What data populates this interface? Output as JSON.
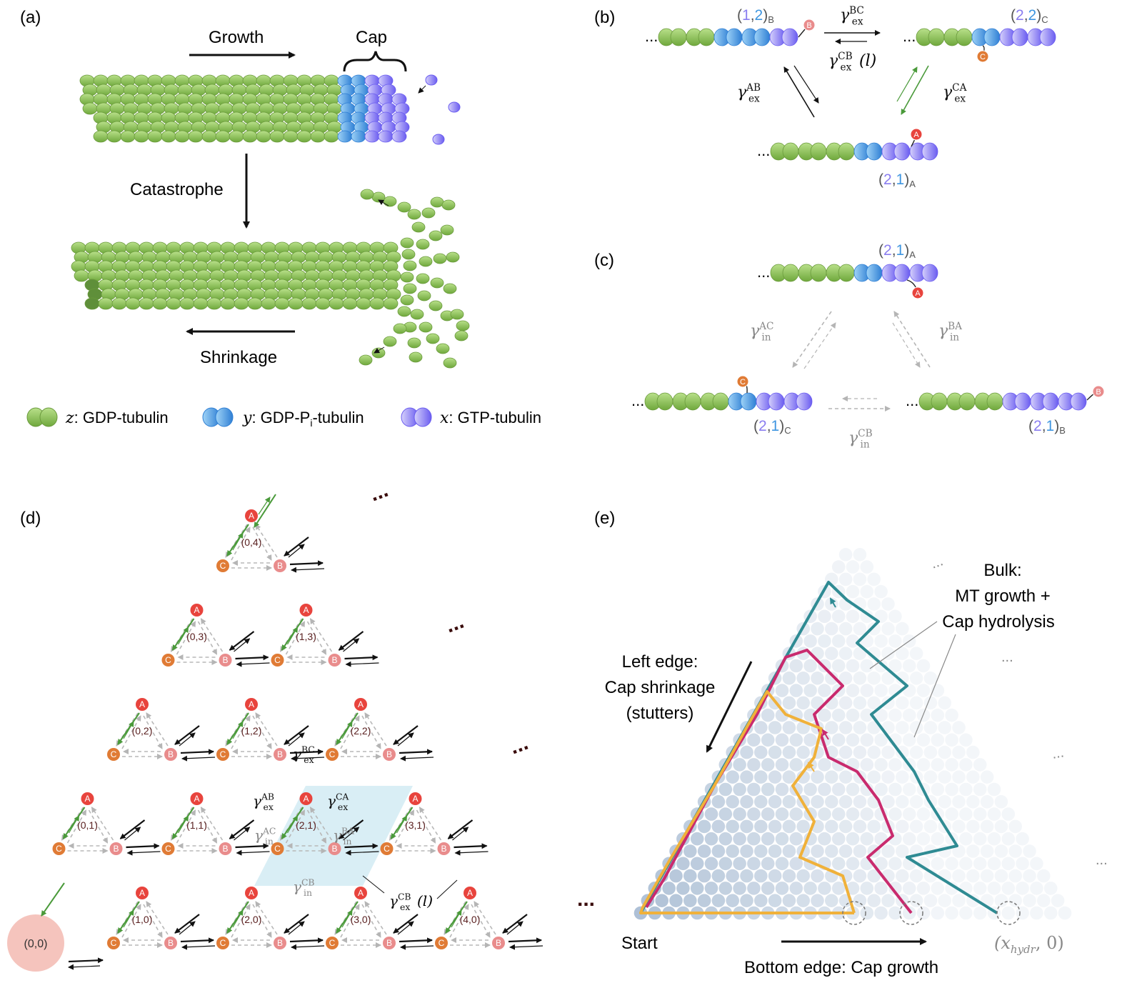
{
  "panels": {
    "a": "(a)",
    "b": "(b)",
    "c": "(c)",
    "d": "(d)",
    "e": "(e)"
  },
  "panel_a": {
    "growth": "Growth",
    "cap": "Cap",
    "catastrophe": "Catastrophe",
    "shrinkage": "Shrinkage"
  },
  "legend": {
    "z_sym": "z",
    "z_text": ": GDP-tubulin",
    "y_sym": "y",
    "y_text": ": GDP-P",
    "y_sub": "i",
    "y_text2": "-tubulin",
    "x_sym": "x",
    "x_text": ": GTP-tubulin"
  },
  "panel_b": {
    "state_B": [
      "(",
      "1",
      ",",
      "2",
      ")",
      "B"
    ],
    "state_C": [
      "(",
      "2",
      ",",
      "2",
      ")",
      "C"
    ],
    "state_A": [
      "(",
      "2",
      ",",
      "1",
      ")",
      "A"
    ],
    "rate_BC": "BC",
    "rate_CB": "CB",
    "rate_CB_arg": "(l)",
    "rate_AB": "AB",
    "rate_CA": "CA"
  },
  "panel_c": {
    "state_A": [
      "(",
      "2",
      ",",
      "1",
      ")",
      "A"
    ],
    "state_C": [
      "(",
      "2",
      ",",
      "1",
      ")",
      "C"
    ],
    "state_B": [
      "(",
      "2",
      ",",
      "1",
      ")",
      "B"
    ],
    "rate_AC": "AC",
    "rate_BA": "BA",
    "rate_CB": "CB"
  },
  "panel_d": {
    "cells": [
      "(0,4)",
      "(0,3)",
      "(1,3)",
      "(0,2)",
      "(1,2)",
      "(2,2)",
      "(0,1)",
      "(1,1)",
      "(2,1)",
      "(3,1)",
      "(1,0)",
      "(2,0)",
      "(3,0)",
      "(4,0)"
    ],
    "origin": "(0,0)",
    "rates": {
      "BC": "BC",
      "AB": "AB",
      "CA": "CA",
      "AC": "AC",
      "BA": "BA",
      "CB_in": "CB",
      "CB_ex": "CB",
      "CB_arg": "(l)"
    },
    "node_letters": {
      "A": "A",
      "B": "B",
      "C": "C"
    }
  },
  "panel_e": {
    "bulk": [
      "Bulk:",
      "MT growth +",
      "Cap hydrolysis"
    ],
    "left_edge": [
      "Left edge:",
      "Cap shrinkage",
      "(stutters)"
    ],
    "start": "Start",
    "bottom": "Bottom edge: Cap growth",
    "xhydr": "x",
    "xhydr_sub": "hydr",
    "xhydr_tail": ", 0)",
    "xhydr_open": "("
  },
  "colors": {
    "gdp": "#8cc34a",
    "gdp_dark": "#5f8f3a",
    "gdpp": "#3f96e0",
    "gtp": "#8a7ef0",
    "node_A": "#e8443d",
    "node_B": "#e98c8c",
    "node_C": "#e07b35",
    "teal": "#2f8b93",
    "magenta": "#c92b6e",
    "yellow": "#f0b13a",
    "green_arrow": "#4a9a3a"
  },
  "gamma": "γ",
  "sub_ex": "ex",
  "sub_in": "in",
  "dots": "..."
}
